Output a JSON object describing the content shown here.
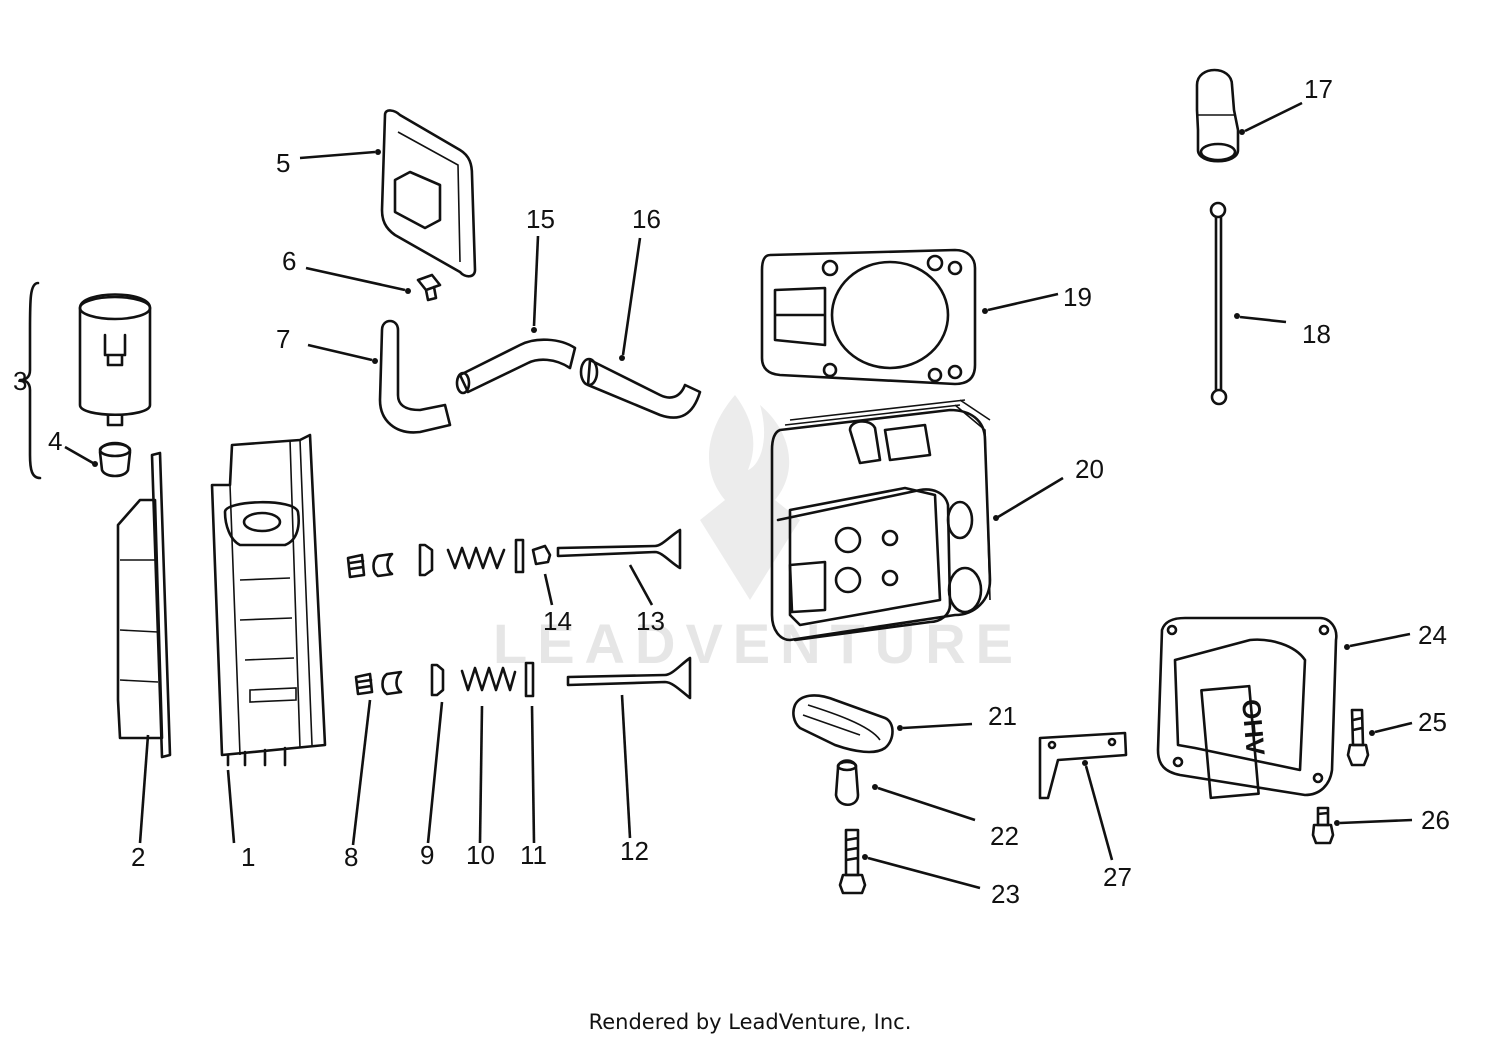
{
  "watermark": {
    "text": "LEADVENTURE"
  },
  "footer": {
    "text": "Rendered by LeadVenture, Inc."
  },
  "callouts": {
    "n1": "1",
    "n2": "2",
    "n3": "3",
    "n4": "4",
    "n5": "5",
    "n6": "6",
    "n7": "7",
    "n8": "8",
    "n9": "9",
    "n10": "10",
    "n11": "11",
    "n12": "12",
    "n13": "13",
    "n14": "14",
    "n15": "15",
    "n16": "16",
    "n17": "17",
    "n18": "18",
    "n19": "19",
    "n20": "20",
    "n21": "21",
    "n22": "22",
    "n23": "23",
    "n24": "24",
    "n25": "25",
    "n26": "26",
    "n27": "27"
  },
  "cover_badge": {
    "text": "OHV"
  }
}
